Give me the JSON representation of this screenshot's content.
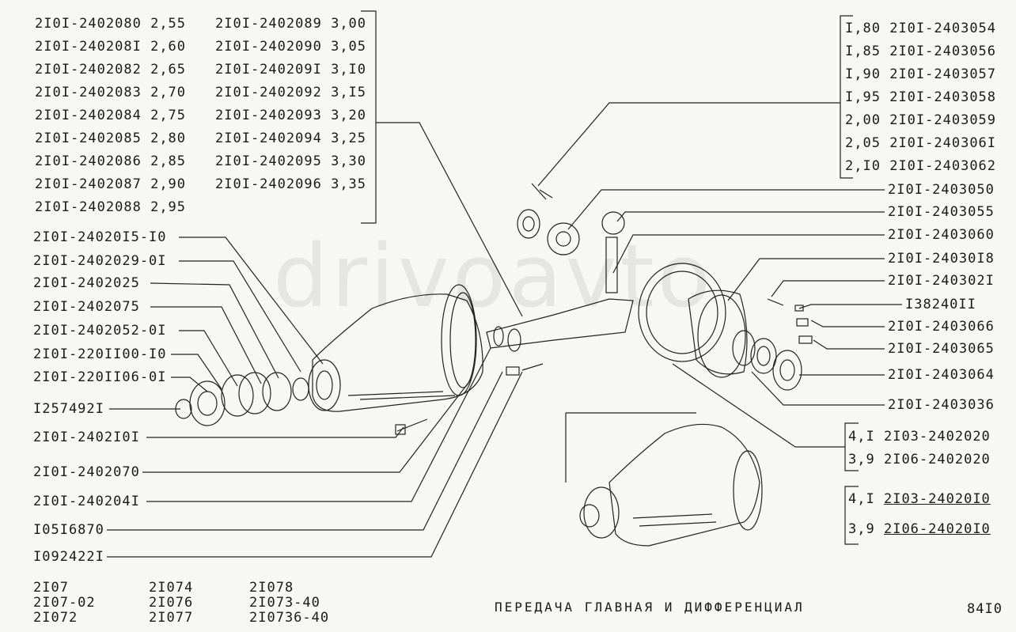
{
  "thickness_table_left": [
    {
      "part": "2I0I-2402080",
      "size": "2,55"
    },
    {
      "part": "2I0I-240208I",
      "size": "2,60"
    },
    {
      "part": "2I0I-2402082",
      "size": "2,65"
    },
    {
      "part": "2I0I-2402083",
      "size": "2,70"
    },
    {
      "part": "2I0I-2402084",
      "size": "2,75"
    },
    {
      "part": "2I0I-2402085",
      "size": "2,80"
    },
    {
      "part": "2I0I-2402086",
      "size": "2,85"
    },
    {
      "part": "2I0I-2402087",
      "size": "2,90"
    },
    {
      "part": "2I0I-2402088",
      "size": "2,95"
    }
  ],
  "thickness_table_mid": [
    {
      "part": "2I0I-2402089",
      "size": "3,00"
    },
    {
      "part": "2I0I-2402090",
      "size": "3,05"
    },
    {
      "part": "2I0I-240209I",
      "size": "3,I0"
    },
    {
      "part": "2I0I-2402092",
      "size": "3,I5"
    },
    {
      "part": "2I0I-2402093",
      "size": "3,20"
    },
    {
      "part": "2I0I-2402094",
      "size": "3,25"
    },
    {
      "part": "2I0I-2402095",
      "size": "3,30"
    },
    {
      "part": "2I0I-2402096",
      "size": "3,35"
    }
  ],
  "thickness_table_right": [
    {
      "size": "I,80",
      "part": "2I0I-2403054"
    },
    {
      "size": "I,85",
      "part": "2I0I-2403056"
    },
    {
      "size": "I,90",
      "part": "2I0I-2403057"
    },
    {
      "size": "I,95",
      "part": "2I0I-2403058"
    },
    {
      "size": "2,00",
      "part": "2I0I-2403059"
    },
    {
      "size": "2,05",
      "part": "2I0I-240306I"
    },
    {
      "size": "2,I0",
      "part": "2I0I-2403062"
    }
  ],
  "left_callouts": [
    "2I0I-24020I5-I0",
    "2I0I-2402029-0I",
    "2I0I-2402025",
    "2I0I-2402075",
    "2I0I-2402052-0I",
    "2I0I-220II00-I0",
    "2I0I-220II06-0I",
    "I257492I",
    "2I0I-2402I0I",
    "2I0I-2402070",
    "2I0I-240204I",
    "I05I6870",
    "I092422I"
  ],
  "right_callouts": [
    "2I0I-2403050",
    "2I0I-2403055",
    "2I0I-2403060",
    "2I0I-24030I8",
    "2I0I-240302I",
    "I38240II",
    "2I0I-2403066",
    "2I0I-2403065",
    "2I0I-2403064",
    "2I0I-2403036"
  ],
  "ratio_box_main": [
    {
      "ratio": "4,I",
      "part": "2I03-2402020"
    },
    {
      "ratio": "3,9",
      "part": "2I06-2402020"
    }
  ],
  "ratio_box_assembly": [
    {
      "ratio": "4,I",
      "part": "2I03-24020I0"
    },
    {
      "ratio": "3,9",
      "part": "2I06-24020I0"
    }
  ],
  "models": {
    "col1": [
      "2I07",
      "2I07-02",
      "2I072"
    ],
    "col2": [
      "2I074",
      "2I076",
      "2I077"
    ],
    "col3": [
      "2I078",
      "2I073-40",
      "2I0736-40"
    ]
  },
  "title": "ПЕРЕДАЧА  ГЛАВНАЯ  И  ДИФФЕРЕНЦИАЛ",
  "page_number": "84I0",
  "watermark": "drivoavto"
}
